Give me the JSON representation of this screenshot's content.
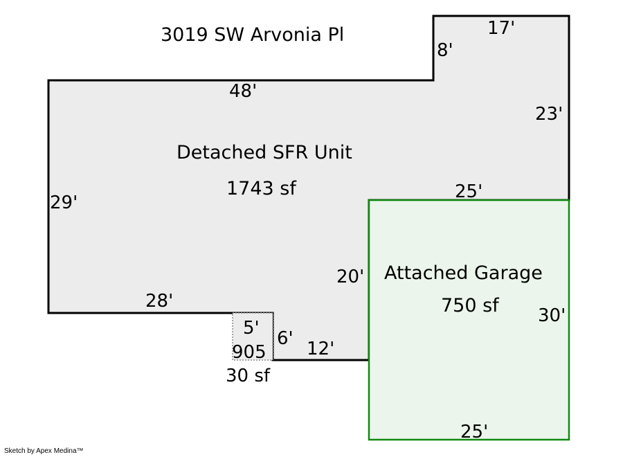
{
  "address": "3019 SW Arvonia Pl",
  "footer": "Sketch by Apex Medina™",
  "colors": {
    "house_fill": "#ececec",
    "house_stroke": "#000000",
    "garage_fill": "#ebf5eb",
    "garage_stroke": "#118811",
    "porch_stroke": "#888888"
  },
  "areas": {
    "house": {
      "name": "Detached SFR Unit",
      "area": "1743 sf"
    },
    "garage": {
      "name": "Attached Garage",
      "area": "750 sf"
    },
    "porch": {
      "code": "905",
      "area": "30 sf"
    }
  },
  "dimensions": {
    "house_top_left": "48'",
    "house_bump_left": "8'",
    "house_bump_top": "17'",
    "house_right": "23'",
    "house_left": "29'",
    "house_bottom_left": "28'",
    "house_step": "6'",
    "house_bottom_mid": "12'",
    "house_garage_side": "20'",
    "garage_top": "25'",
    "garage_right": "30'",
    "garage_bottom": "25'",
    "porch_top": "5'"
  }
}
